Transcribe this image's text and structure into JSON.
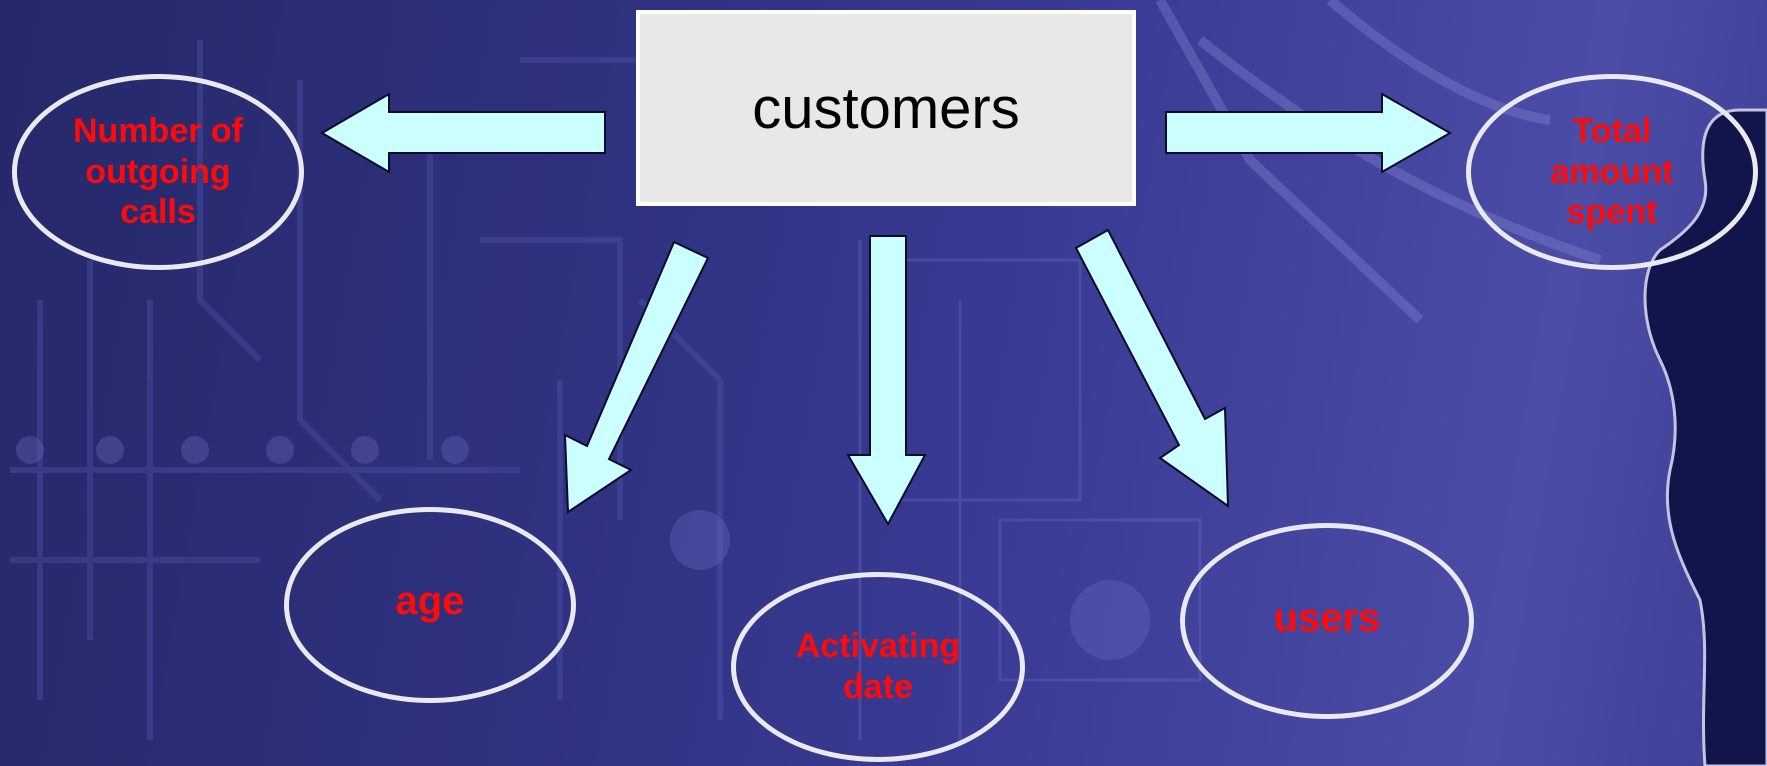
{
  "diagram": {
    "center": {
      "label": "customers"
    },
    "nodes": [
      {
        "id": "calls",
        "label": "Number of\noutgoing\ncalls"
      },
      {
        "id": "total",
        "label": "Total\namount\nspent"
      },
      {
        "id": "age",
        "label": "age"
      },
      {
        "id": "activating",
        "label": "Activating\ndate"
      },
      {
        "id": "users",
        "label": "users"
      }
    ],
    "colors": {
      "arrow_fill": "#ccffff",
      "node_text": "#ff0a0a",
      "node_border": "#e9e9ee",
      "center_fill": "#e8e8e8"
    }
  }
}
